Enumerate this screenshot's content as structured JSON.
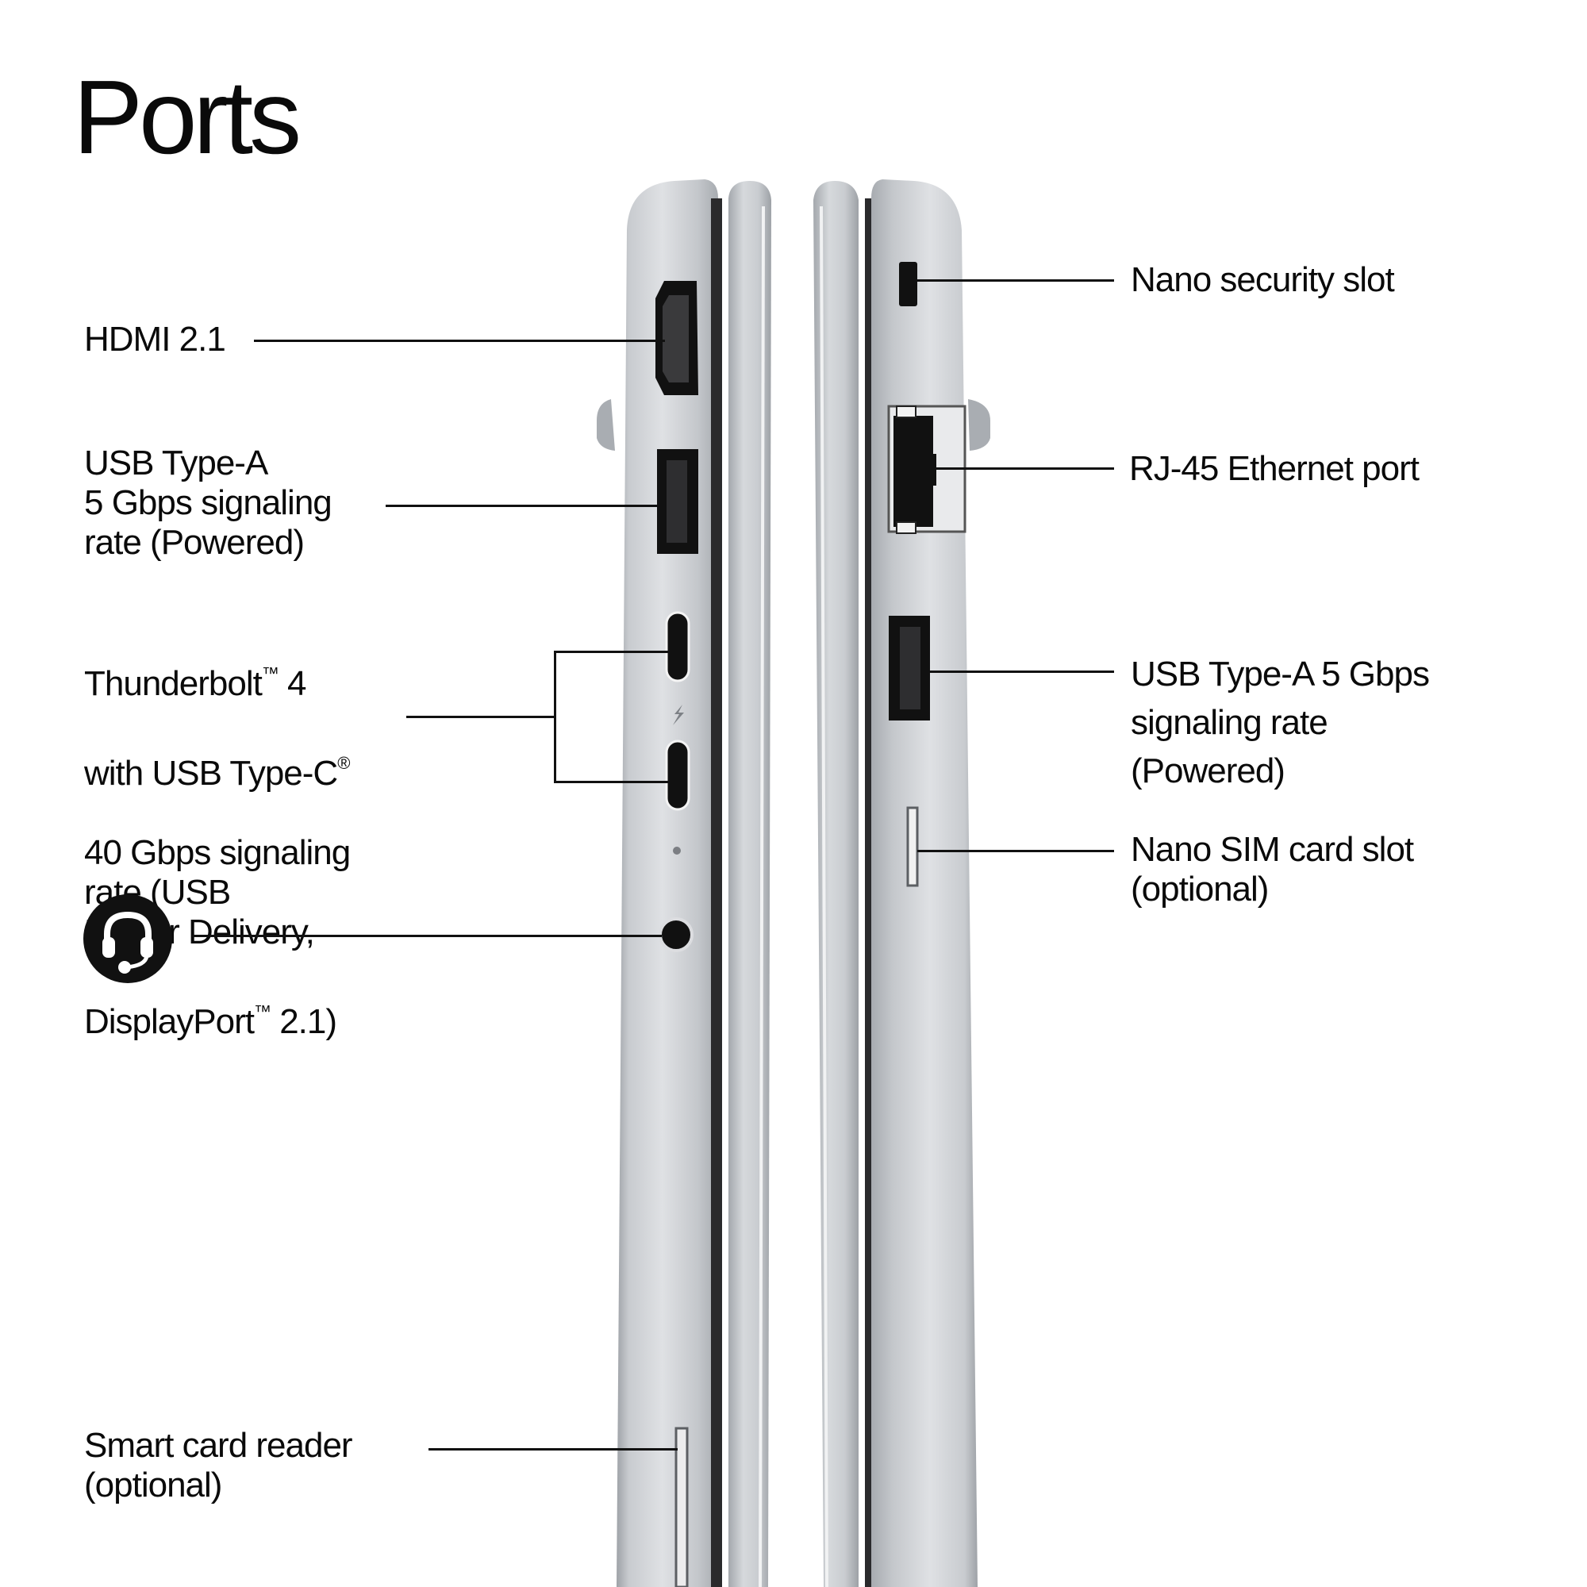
{
  "title": "Ports",
  "left_side": {
    "hdmi": "HDMI 2.1",
    "usb_a": "USB Type-A\n5 Gbps signaling\nrate (Powered)",
    "thunderbolt": {
      "line1_a": "Thunderbolt",
      "line1_tm": "™",
      "line1_b": " 4",
      "line2_a": "with USB Type-C",
      "line2_r": "®",
      "line3_to_5": "40 Gbps signaling\nrate (USB\nPower Delivery,",
      "line6_a": "DisplayPort",
      "line6_tm": "™",
      "line6_b": " 2.1)"
    },
    "audio_icon": "headset-microphone-icon",
    "smart_card": "Smart card reader\n(optional)"
  },
  "right_side": {
    "security_slot": "Nano security slot",
    "ethernet": "RJ-45 Ethernet port",
    "usb_a": "USB Type-A 5 Gbps\nsignaling rate\n(Powered)",
    "sim_slot": "Nano SIM card slot\n(optional)"
  },
  "colors": {
    "chassis_silver": "#bcbfc3",
    "port_black": "#111111",
    "text": "#0a0a0a"
  }
}
